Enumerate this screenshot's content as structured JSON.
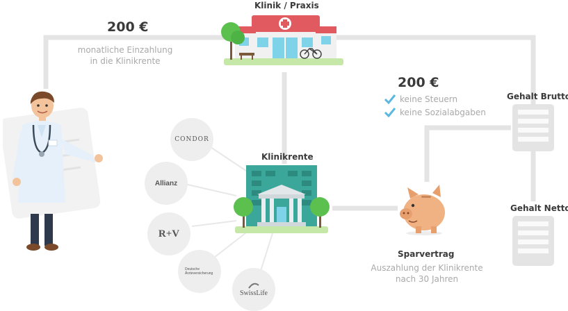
{
  "klinik": {
    "title": "Klinik / Praxis"
  },
  "payment": {
    "amount": "200 €",
    "note_line1": "monatliche Einzahlung",
    "note_line2": "in die Klinikrente"
  },
  "benefits": {
    "amount": "200 €",
    "items": [
      "keine Steuern",
      "keine Sozialabgaben"
    ]
  },
  "salary": {
    "gross": "Gehalt Brutto",
    "net": "Gehalt Netto"
  },
  "klinikrente": {
    "title": "Klinikrente"
  },
  "sparvertrag": {
    "title": "Sparvertrag",
    "note_line1": "Auszahlung der Klinikrente",
    "note_line2": "nach 30 Jahren"
  },
  "insurers": {
    "condor": "CONDOR",
    "allianz": "Allianz",
    "ruv": "R+V",
    "deutsche_line1": "Deutsche",
    "deutsche_line2": "Ärzteversicherung",
    "swisslife": "SwissLife"
  },
  "colors": {
    "line": "#e4e4e4",
    "check": "#5bb7df",
    "teal": "#3aa79a",
    "red": "#e05a5f",
    "green": "#6cc24a"
  }
}
